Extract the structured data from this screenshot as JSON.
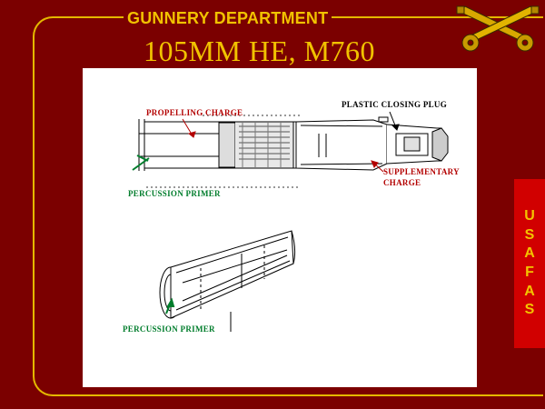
{
  "header": {
    "department": "GUNNERY DEPARTMENT",
    "title": "105MM HE, M760"
  },
  "sidebar": {
    "letters": [
      "U",
      "S",
      "A",
      "F",
      "A",
      "S"
    ]
  },
  "labels": {
    "propelling_charge": "PROPELLING CHARGE",
    "plastic_closing_plug": "PLASTIC CLOSING PLUG",
    "supplementary_charge": "SUPPLEMENTARY CHARGE",
    "supplementary_charge_line1": "SUPPLEMENTARY",
    "supplementary_charge_line2": "CHARGE",
    "percussion_primer_top": "PERCUSSION PRIMER",
    "percussion_primer_bottom": "PERCUSSION PRIMER"
  },
  "colors": {
    "background": "#7b0000",
    "accent_gold": "#f1c200",
    "sidebar_red": "#d10000",
    "label_red": "#b30000",
    "label_green": "#007d2c"
  },
  "icons": {
    "emblem": "crossed-cannons-icon"
  }
}
